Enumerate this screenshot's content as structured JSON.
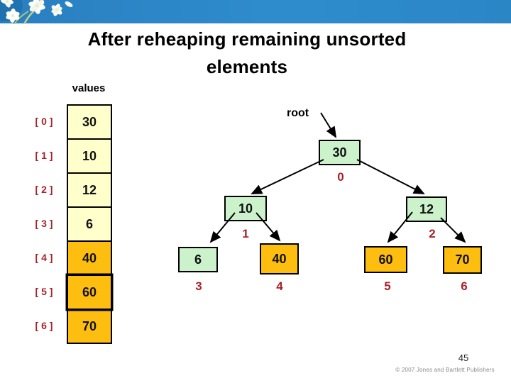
{
  "slide": {
    "title_line1": "After reheaping remaining unsorted",
    "title_line2": "elements",
    "page_number": "45",
    "copyright": "© 2007 Jones and Bartlett Publishers"
  },
  "array": {
    "label": "values",
    "cells": [
      {
        "index": "[ 0 ]",
        "value": "30",
        "state": "unsorted"
      },
      {
        "index": "[ 1 ]",
        "value": "10",
        "state": "unsorted"
      },
      {
        "index": "[ 2 ]",
        "value": "12",
        "state": "unsorted"
      },
      {
        "index": "[ 3 ]",
        "value": "6",
        "state": "unsorted"
      },
      {
        "index": "[ 4 ]",
        "value": "40",
        "state": "sorted"
      },
      {
        "index": "[ 5 ]",
        "value": "60",
        "state": "sorted"
      },
      {
        "index": "[ 6 ]",
        "value": "70",
        "state": "sorted"
      }
    ]
  },
  "tree": {
    "root_label": "root",
    "nodes": [
      {
        "value": "30",
        "index": "0",
        "state": "heap"
      },
      {
        "value": "10",
        "index": "1",
        "state": "heap"
      },
      {
        "value": "12",
        "index": "2",
        "state": "heap"
      },
      {
        "value": "6",
        "index": "3",
        "state": "heap"
      },
      {
        "value": "40",
        "index": "4",
        "state": "sorted"
      },
      {
        "value": "60",
        "index": "5",
        "state": "sorted"
      },
      {
        "value": "70",
        "index": "6",
        "state": "sorted"
      }
    ],
    "edges": [
      [
        "0",
        "1"
      ],
      [
        "0",
        "2"
      ],
      [
        "1",
        "3"
      ],
      [
        "1",
        "4"
      ],
      [
        "2",
        "5"
      ],
      [
        "2",
        "6"
      ]
    ]
  },
  "colors": {
    "banner_blue": "#2e8ccd",
    "heap_green": "#ccf2cc",
    "sorted_orange": "#fdbe10",
    "array_cream": "#ffffcc",
    "index_red": "#a8222a"
  }
}
